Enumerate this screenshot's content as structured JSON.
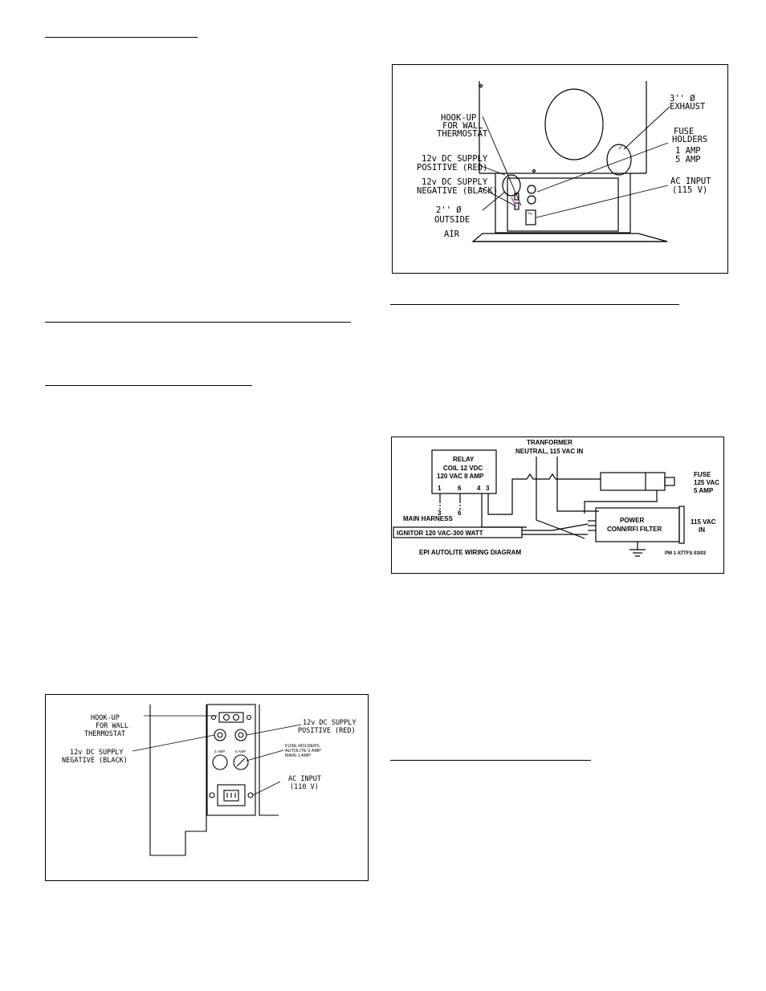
{
  "fig_back": {
    "exhaust": [
      "3'' Ø",
      "EXHAUST"
    ],
    "thermostat": [
      "HOOK-UP",
      "FOR WALL",
      "THERMOSTAT"
    ],
    "fuse": [
      "FUSE",
      "HOLDERS",
      "1 AMP",
      "5 AMP"
    ],
    "dc_pos": [
      "12v DC SUPPLY",
      "POSITIVE (RED)"
    ],
    "dc_neg": [
      "12v DC SUPPLY",
      "NEGATIVE (BLACK)"
    ],
    "ac": [
      "AC INPUT",
      "(115 V)"
    ],
    "outside": [
      "2'' Ø",
      "OUTSIDE",
      "AIR"
    ]
  },
  "fig_wiring": {
    "transformer": [
      "TRANFORMER",
      "NEUTRAL, 115 VAC IN"
    ],
    "relay": [
      "RELAY",
      "COIL 12 VDC",
      "120 VAC 8 AMP"
    ],
    "relay_pins": [
      "1",
      "6",
      "4",
      "3"
    ],
    "harness_pins": [
      "3",
      "6"
    ],
    "fuse": [
      "FUSE",
      "125 VAC",
      "5 AMP"
    ],
    "power": [
      "POWER",
      "CONN/RFI FILTER"
    ],
    "vac_in": [
      "115 VAC",
      "IN"
    ],
    "harness": "MAIN HARNESS",
    "ignitor": "IGNITOR 120 VAC-300 WATT",
    "caption": "EPI AUTOLITE WIRING DIAGRAM",
    "ref": "PM 1 ATTFS 03/03"
  },
  "fig_panel": {
    "thermostat": [
      "HOOK-UP",
      "FOR WALL",
      "THERMOSTAT"
    ],
    "dc_pos": [
      "12v DC SUPPLY",
      "POSITIVE (RED)"
    ],
    "dc_neg": [
      "12v DC SUPPLY",
      "NEGATIVE (BLACK)"
    ],
    "amp1": "2 AMP",
    "amp2": "5 AMP",
    "fuse": [
      "FUSE HOLDERS",
      "AUTOLITE-2 AMP",
      "MAIN-1 AMP"
    ],
    "ac": [
      "AC INPUT",
      "(110 V)"
    ]
  }
}
